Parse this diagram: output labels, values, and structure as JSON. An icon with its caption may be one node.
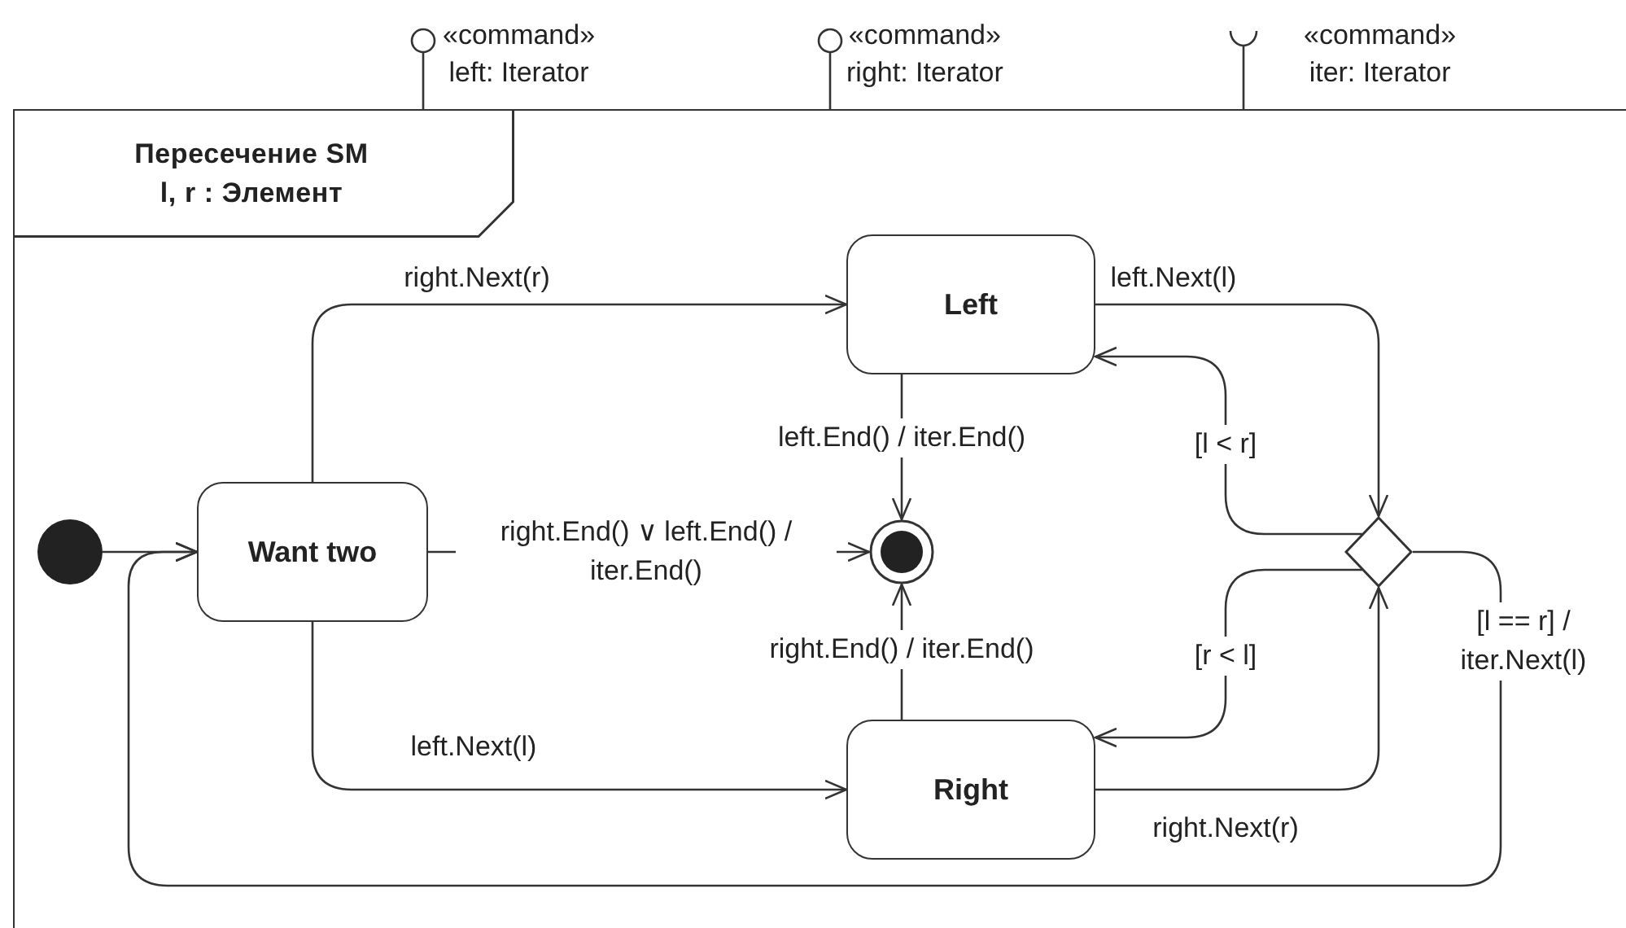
{
  "diagram": {
    "nodes": [
      {
        "text": [
          "Пересечение SM",
          "l, r : Элемент"
        ]
      },
      {
        "text": [
          "«command»",
          "left: Iterator"
        ]
      },
      {
        "text": [
          "«command»",
          "right: Iterator"
        ]
      },
      {
        "text": [
          "«command»",
          "iter: Iterator"
        ]
      },
      {
        "text": [],
        "shape": "circle",
        "in": 0
      },
      {
        "text": [
          "Want two"
        ],
        "in": 0
      },
      {
        "text": [
          "Left"
        ],
        "in": 0
      },
      {
        "text": [],
        "shape": "circle",
        "in": 0
      },
      {
        "text": [
          "Right"
        ],
        "in": 0
      },
      {
        "text": [],
        "shape": "diamond",
        "in": 0
      }
    ],
    "edges": [
      {
        "from": 4,
        "to": 5,
        "arrow": "to"
      },
      {
        "from": 5,
        "to": 6,
        "label": "right.Next(r)",
        "arrow": "to"
      },
      {
        "from": 5,
        "to": 7,
        "label": "right.End() ∨ left.End() / iter.End()",
        "arrow": "to"
      },
      {
        "from": 5,
        "to": 8,
        "label": "left.Next(l)",
        "arrow": "to"
      },
      {
        "from": 6,
        "to": 7,
        "label": "left.End() / iter.End()",
        "arrow": "to"
      },
      {
        "from": 8,
        "to": 7,
        "label": "right.End() / iter.End()",
        "arrow": "to"
      },
      {
        "from": 6,
        "to": 9,
        "label": "left.Next(l)",
        "arrow": "to"
      },
      {
        "from": 8,
        "to": 9,
        "label": "right.Next(r)",
        "arrow": "to"
      },
      {
        "from": 9,
        "to": 6,
        "label": "[l < r]",
        "arrow": "to"
      },
      {
        "from": 9,
        "to": 8,
        "label": "[r < l]",
        "arrow": "to"
      },
      {
        "from": 9,
        "to": 5,
        "label": "[l == r] / iter.Next(l)",
        "arrow": "to"
      }
    ]
  }
}
